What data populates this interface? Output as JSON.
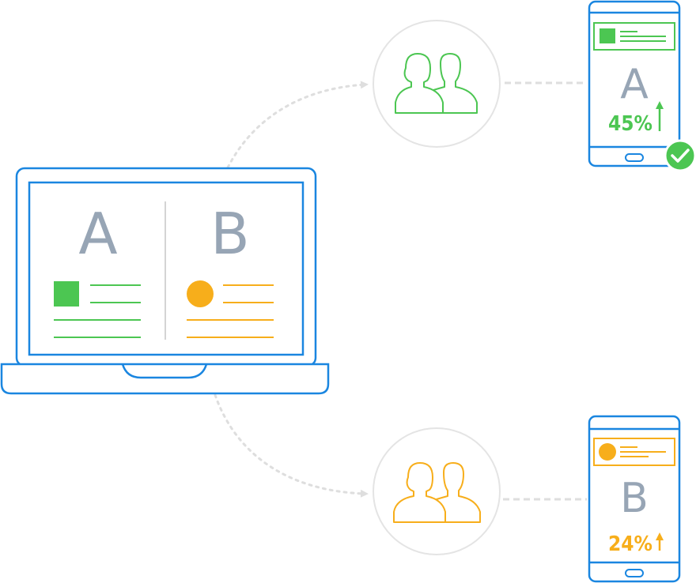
{
  "laptop": {
    "variant_a_label": "A",
    "variant_b_label": "B"
  },
  "phone_a": {
    "letter": "A",
    "percent": "45%",
    "trend": "up",
    "winner": true
  },
  "phone_b": {
    "letter": "B",
    "percent": "24%",
    "trend": "up"
  },
  "colors": {
    "device_outline": "#1a86e0",
    "variant_a": "#4cc652",
    "variant_b": "#f7ae1b",
    "letter_gray": "#97a5b5",
    "connector": "#dedede",
    "circle_outline": "#e4e4e4"
  },
  "icons": {
    "audience_a": "users-group-icon",
    "audience_b": "users-group-icon",
    "winner_badge": "check-circle-icon",
    "trend_arrow": "arrow-up-icon"
  }
}
